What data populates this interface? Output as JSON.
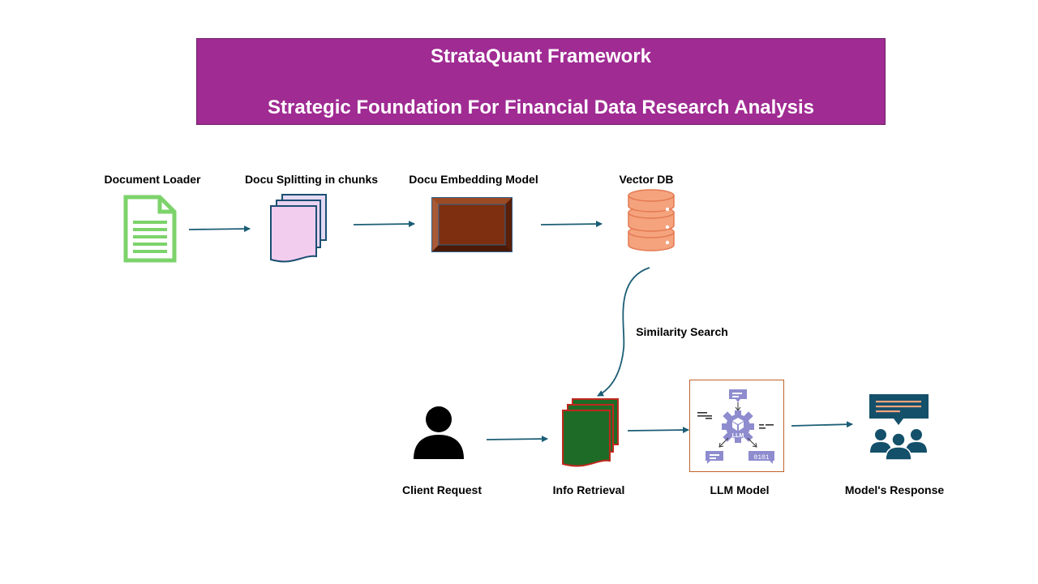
{
  "banner": {
    "title": "StrataQuant Framework",
    "subtitle": "Strategic Foundation For Financial Data Research Analysis"
  },
  "nodes": {
    "document_loader": "Document Loader",
    "docu_splitting": "Docu Splitting in chunks",
    "docu_embedding": "Docu Embedding Model",
    "vector_db": "Vector DB",
    "client_request": "Client Request",
    "info_retrieval": "Info Retrieval",
    "llm_model": "LLM Model",
    "models_response": "Model's Response"
  },
  "edges": {
    "similarity_search": "Similarity Search"
  },
  "icon_text": {
    "llm_badge": "LLM",
    "binary": "0101"
  },
  "colors": {
    "banner": "#a02b93",
    "arrow": "#1b5d75",
    "doc_green": "#7dd36b",
    "chunk_fill": "#f2cdee",
    "embed_fill": "#7e2f0f",
    "db_fill": "#f4a37d",
    "retrieval_fill": "#1e6b27",
    "llm_icon": "#8e8ccf",
    "response_icon": "#14506a"
  }
}
